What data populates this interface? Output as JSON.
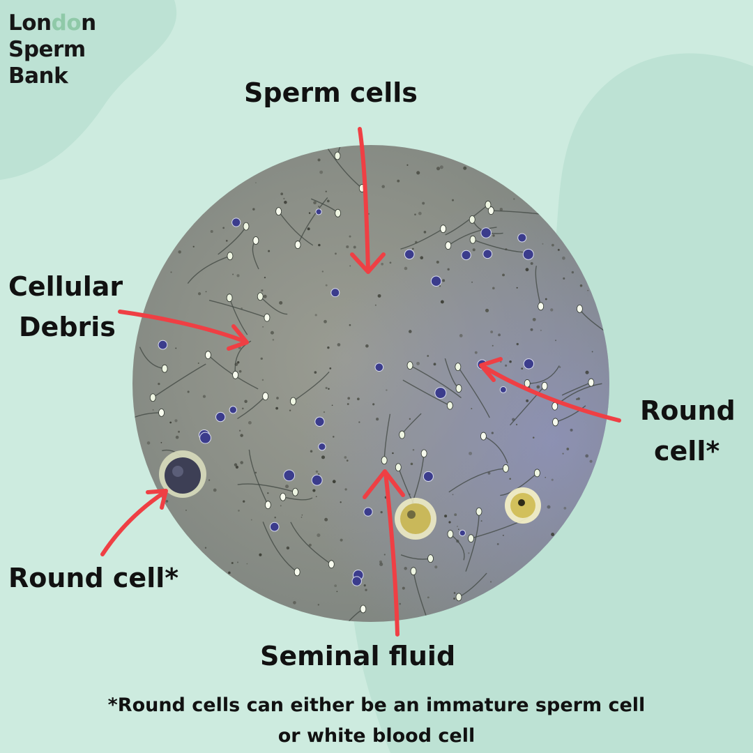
{
  "colors": {
    "background": "#cdebdf",
    "background_blob": "#bde2d4",
    "logo_accent": "#8fc9a8",
    "arrow": "#ef3f44",
    "slide_fluid": "#8a8f86",
    "round_cell": "#3b3c8c"
  },
  "logo": {
    "line1_start": "Lon",
    "line1_mark": "do",
    "line1_end": "n",
    "line2": "Sperm",
    "line3": "Bank"
  },
  "labels": {
    "sperm_cells": "Sperm cells",
    "cellular_debris_1": "Cellular",
    "cellular_debris_2": "Debris",
    "round_cell_right_1": "Round",
    "round_cell_right_2": "cell*",
    "round_cell_left": "Round cell*",
    "seminal_fluid": "Seminal fluid"
  },
  "footnote": {
    "line1": "*Round cells can either be an immature sperm cell",
    "line2": "or white blood cell"
  },
  "image": {
    "subject": "microscope view of semen sample"
  }
}
